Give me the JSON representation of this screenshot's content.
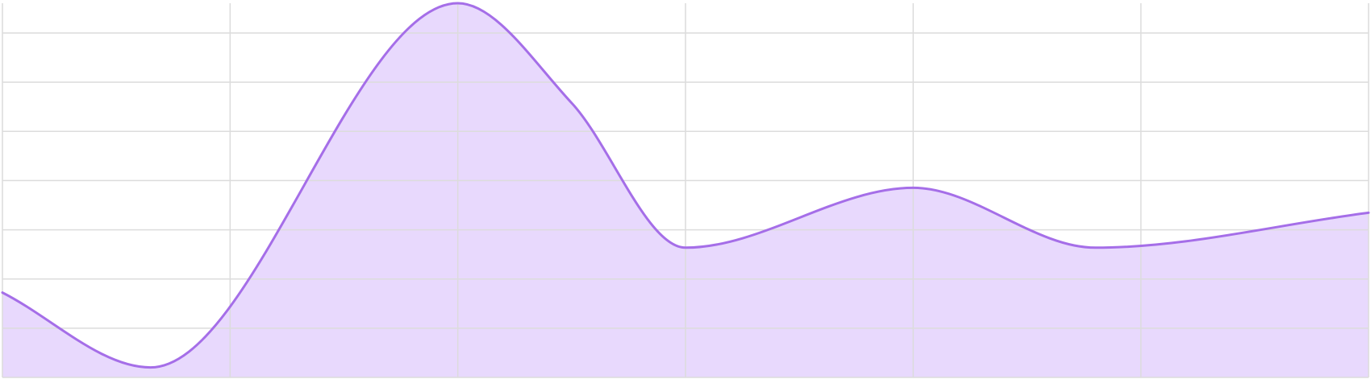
{
  "chart_data": {
    "type": "area",
    "title": "",
    "xlabel": "",
    "ylabel": "",
    "x": [
      0,
      0.65,
      2,
      2.5,
      3,
      4,
      4.8,
      6
    ],
    "series": [
      {
        "values": [
          1.7,
          0.2,
          7.5,
          5.5,
          2.6,
          3.8,
          2.6,
          3.3
        ]
      }
    ],
    "xlim": [
      0,
      6
    ],
    "ylim": [
      0,
      7.5
    ],
    "x_gridlines": 6,
    "y_gridlines": 8,
    "grid": true,
    "legend": "none",
    "colors": {
      "line": "#a56ee8",
      "fill": "#e8d9fd",
      "grid": "#dcdcdc",
      "background": "#ffffff"
    }
  }
}
